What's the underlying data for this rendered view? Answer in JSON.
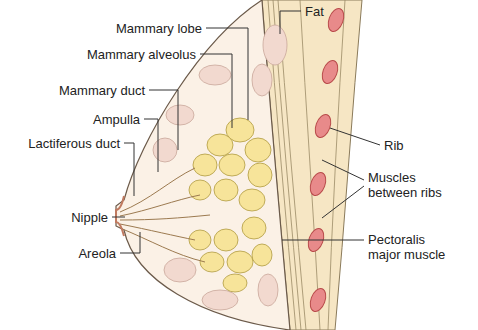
{
  "diagram": {
    "labels": [
      "Fat",
      "Mammary lobe",
      "Mammary alveolus",
      "Mammary duct",
      "Ampulla",
      "Lactiferous duct",
      "Rib",
      "Muscles between ribs",
      "Nipple",
      "Areola",
      "Pectoralis major muscle"
    ]
  }
}
